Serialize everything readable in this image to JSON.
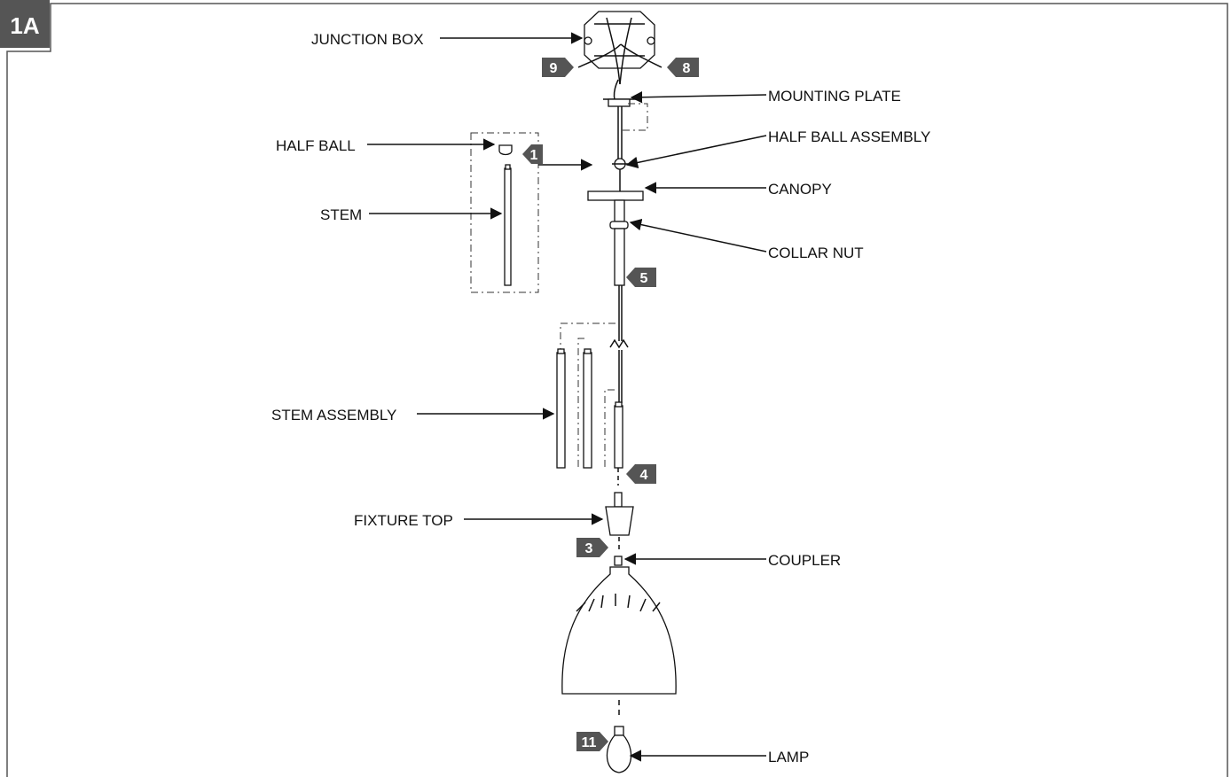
{
  "figure": {
    "id": "1A"
  },
  "labels": {
    "junction_box": "JUNCTION BOX",
    "mounting_plate": "MOUNTING PLATE",
    "half_ball": "HALF BALL",
    "half_ball_assembly": "HALF BALL ASSEMBLY",
    "canopy": "CANOPY",
    "stem": "STEM",
    "collar_nut": "COLLAR NUT",
    "stem_assembly": "STEM ASSEMBLY",
    "fixture_top": "FIXTURE TOP",
    "coupler": "COUPLER",
    "lamp": "LAMP"
  },
  "steps": {
    "wire_left": "9",
    "wire_right": "8",
    "half_ball": "1",
    "stem": "5",
    "stem_assembly": "4",
    "fixture_top": "3",
    "lamp": "11"
  },
  "colors": {
    "line": "#111111",
    "badge": "#555555"
  }
}
